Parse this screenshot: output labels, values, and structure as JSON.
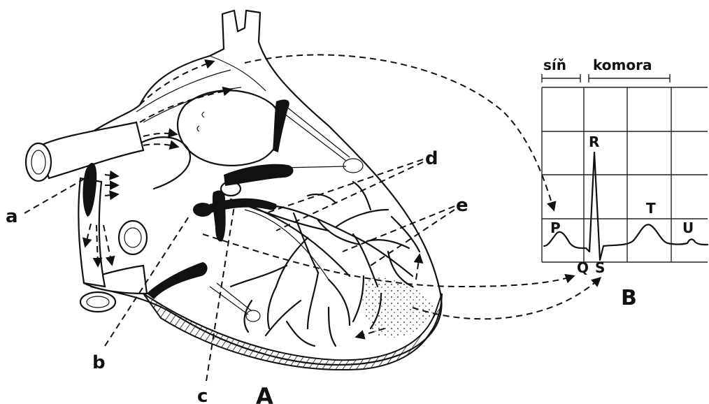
{
  "figure": {
    "labels": {
      "a": "a",
      "b": "b",
      "c": "c",
      "d": "d",
      "e": "e",
      "panel_a": "A",
      "panel_b": "B"
    }
  },
  "ecg": {
    "header_left": "síň",
    "header_right": "komora",
    "waves": {
      "p": "P",
      "q": "Q",
      "r": "R",
      "s": "S",
      "t": "T",
      "u": "U"
    }
  }
}
